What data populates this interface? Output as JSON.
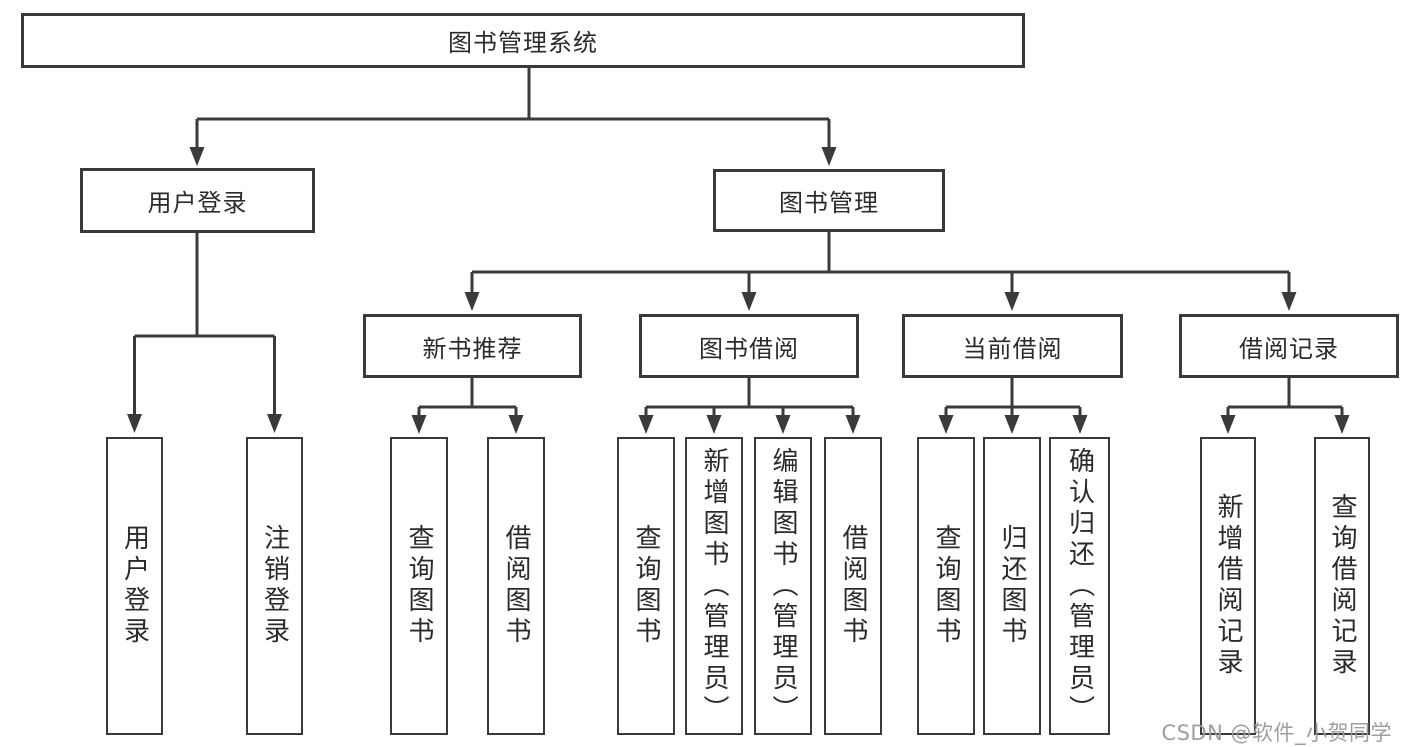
{
  "diagram": {
    "root": {
      "label": "图书管理系统"
    },
    "branches": [
      {
        "label": "用户登录",
        "children": [
          {
            "label": "用户登录"
          },
          {
            "label": "注销登录"
          }
        ]
      },
      {
        "label": "图书管理",
        "children": [
          {
            "label": "新书推荐",
            "children": [
              {
                "label": "查询图书"
              },
              {
                "label": "借阅图书"
              }
            ]
          },
          {
            "label": "图书借阅",
            "children": [
              {
                "label": "查询图书"
              },
              {
                "label": "新增图书（管理员）"
              },
              {
                "label": "编辑图书（管理员）"
              },
              {
                "label": "借阅图书"
              }
            ]
          },
          {
            "label": "当前借阅",
            "children": [
              {
                "label": "查询图书"
              },
              {
                "label": "归还图书"
              },
              {
                "label": "确认归还（管理员）"
              }
            ]
          },
          {
            "label": "借阅记录",
            "children": [
              {
                "label": "新增借阅记录"
              },
              {
                "label": "查询借阅记录"
              }
            ]
          }
        ]
      }
    ]
  },
  "watermark": {
    "text": "CSDN @软件_小贺同学"
  },
  "colors": {
    "line": "#3a3a3a",
    "text": "#2b2b2b",
    "watermark": "#9e9e9e",
    "background": "#ffffff"
  }
}
